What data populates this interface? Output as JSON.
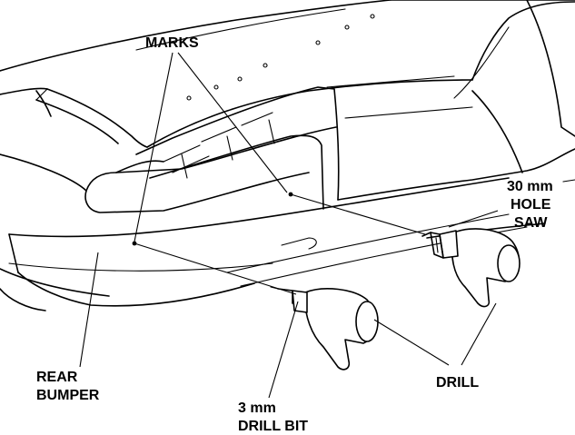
{
  "labels": {
    "marks": "MARKS",
    "hole_saw_line1": "30 mm",
    "hole_saw_line2": "HOLE",
    "hole_saw_line3": "SAW",
    "rear_bumper_line1": "REAR",
    "rear_bumper_line2": "BUMPER",
    "drill_bit_line1": "3 mm",
    "drill_bit_line2": "DRILL BIT",
    "drill": "DRILL"
  }
}
